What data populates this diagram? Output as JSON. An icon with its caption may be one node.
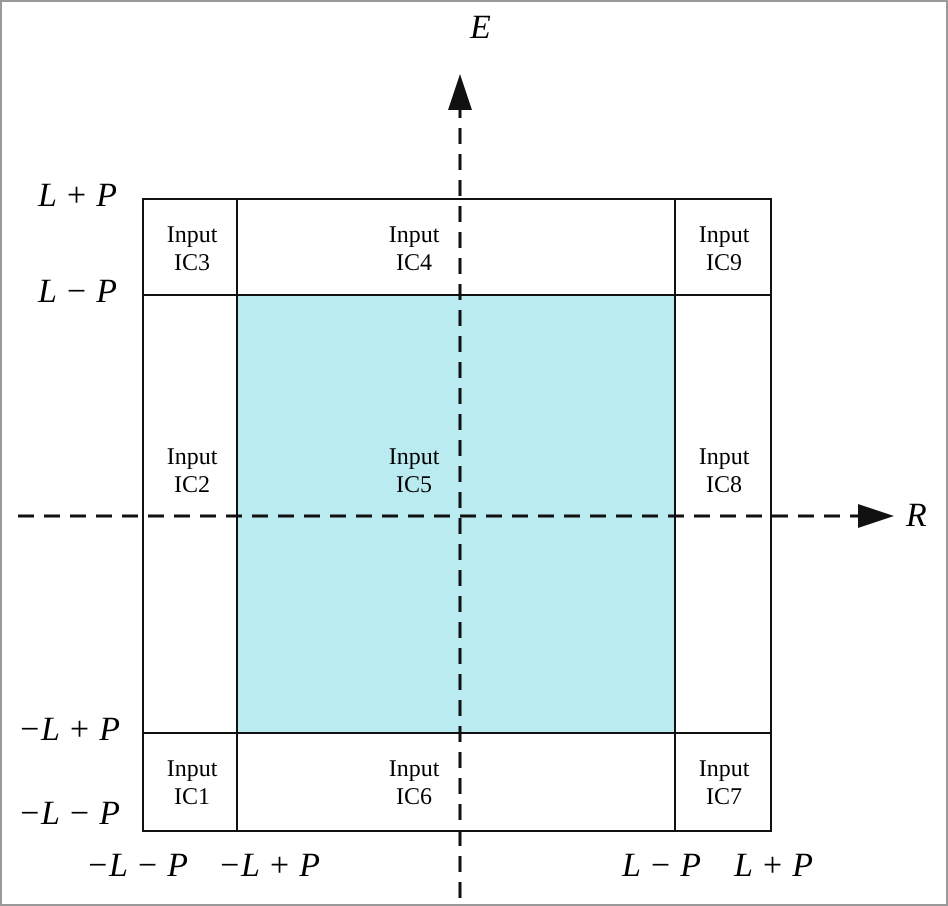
{
  "diagram": {
    "nodes": [
      {
        "text": [
          "Input IC3"
        ]
      },
      {
        "text": [
          "Input IC4"
        ]
      },
      {
        "text": [
          "Input IC9"
        ]
      },
      {
        "text": [
          "Input IC2"
        ]
      },
      {
        "text": [
          "Input IC5"
        ]
      },
      {
        "text": [
          "Input IC8"
        ]
      },
      {
        "text": [
          "Input IC1"
        ]
      },
      {
        "text": [
          "Input IC6"
        ]
      },
      {
        "text": [
          "Input IC7"
        ]
      }
    ],
    "edges": [],
    "labels": [
      "E",
      "L + P",
      "L − P",
      "R",
      "−L + P",
      "−L − P",
      "−L − P",
      "−L + P",
      "L − P",
      "L + P"
    ]
  }
}
